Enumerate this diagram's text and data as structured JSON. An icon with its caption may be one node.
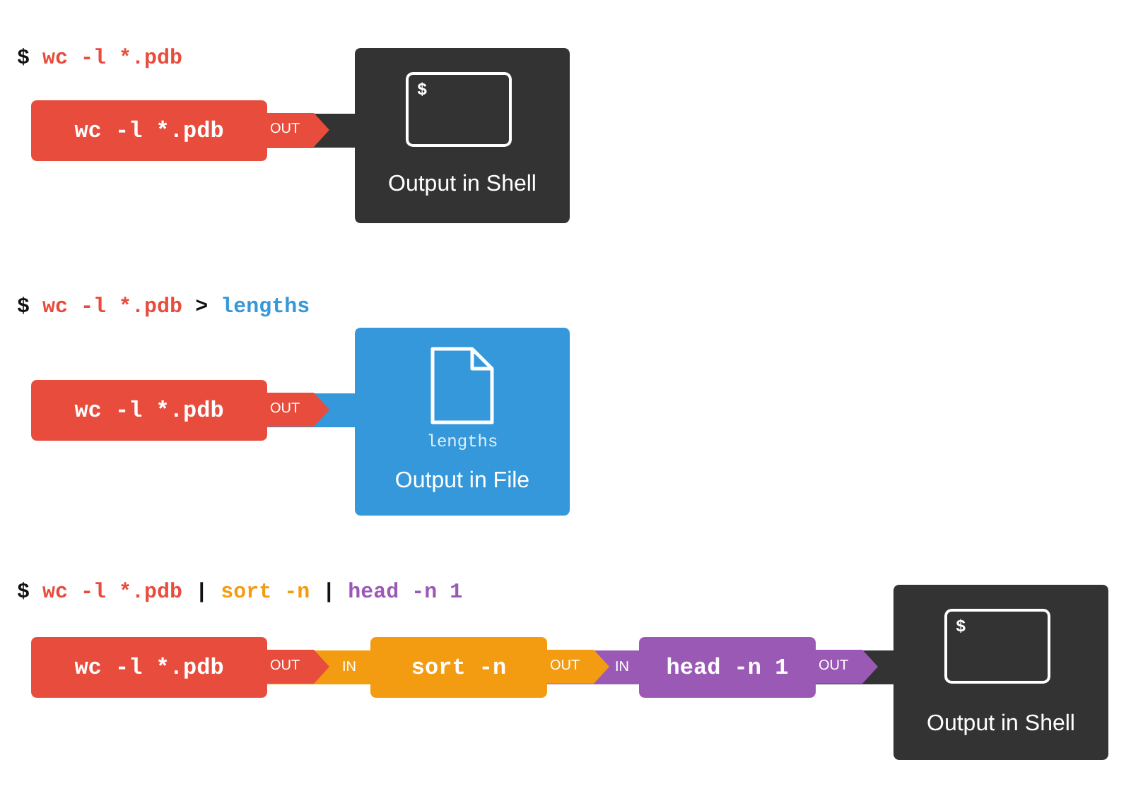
{
  "diagram": {
    "nodes": [
      {
        "text": [
          "wc -l *.pdb"
        ],
        "beside": [
          "OUT"
        ]
      },
      {
        "text": [
          "$",
          "Output in Shell"
        ]
      },
      {
        "text": [
          "wc -l *.pdb"
        ],
        "beside": [
          "OUT"
        ]
      },
      {
        "text": [
          "lengths",
          "Output in File"
        ]
      },
      {
        "text": [
          "wc -l *.pdb"
        ],
        "beside": [
          "OUT"
        ]
      },
      {
        "text": [
          "sort -n"
        ],
        "beside": [
          "IN",
          "OUT"
        ]
      },
      {
        "text": [
          "head -n 1"
        ],
        "beside": [
          "IN",
          "OUT"
        ]
      },
      {
        "text": [
          "$",
          "Output in Shell"
        ]
      }
    ],
    "edges": [
      {
        "from": 0,
        "to": 1,
        "arrow": "none"
      },
      {
        "from": 2,
        "to": 3,
        "arrow": "none",
        "color": "#3498db"
      },
      {
        "from": 4,
        "to": 5,
        "arrow": "none",
        "color": "#f39c12"
      },
      {
        "from": 5,
        "to": 6,
        "arrow": "none",
        "color": "#9b59b6"
      },
      {
        "from": 6,
        "to": 7,
        "arrow": "none"
      }
    ],
    "labels": [
      "$",
      "wc -l *.pdb",
      "$",
      "wc -l *.pdb",
      ">",
      "lengths",
      "$",
      "wc -l *.pdb",
      "|",
      "sort -n",
      "|",
      "head -n 1"
    ]
  }
}
